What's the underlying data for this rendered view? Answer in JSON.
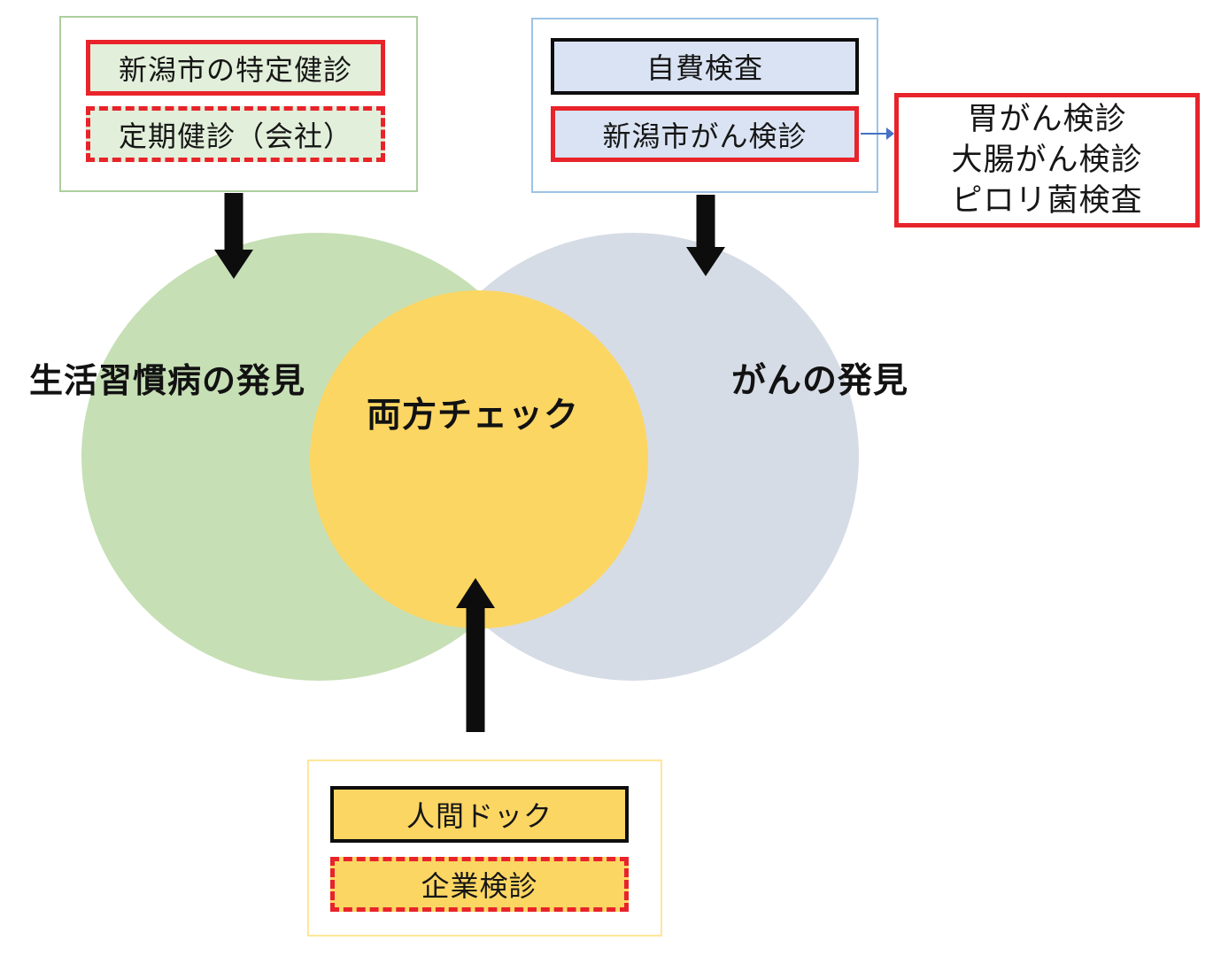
{
  "colors": {
    "red": "#E8232A",
    "green_circle": "#C6DFB5",
    "gray_circle": "#D6DCE5",
    "orange_circle": "#FCD663",
    "pale_green_fill": "#E2EFDA",
    "pale_blue_fill": "#DAE3F3",
    "yellow_fill": "#FCD663",
    "green_panel_border": "#ACCF9E",
    "blue_panel_border": "#9DC3E6",
    "yellow_panel_border": "#FFE699",
    "blue_arrow": "#4472C4"
  },
  "top_left_panel": {
    "items": [
      {
        "label": "新潟市の特定健診",
        "border_style": "solid-red"
      },
      {
        "label": "定期健診（会社）",
        "border_style": "dashed-red"
      }
    ]
  },
  "top_right_panel": {
    "items": [
      {
        "label": "自費検査",
        "border_style": "solid-black"
      },
      {
        "label": "新潟市がん検診",
        "border_style": "solid-red"
      }
    ]
  },
  "cancer_detail_box": {
    "lines": [
      "胃がん検診",
      "大腸がん検診",
      "ピロリ菌検査"
    ]
  },
  "bottom_panel": {
    "items": [
      {
        "label": "人間ドック",
        "border_style": "solid-black"
      },
      {
        "label": "企業検診",
        "border_style": "dashed-red"
      }
    ]
  },
  "venn": {
    "left_label": "生活習慣病の発見",
    "center_label": "両方チェック",
    "right_label": "がんの発見"
  }
}
